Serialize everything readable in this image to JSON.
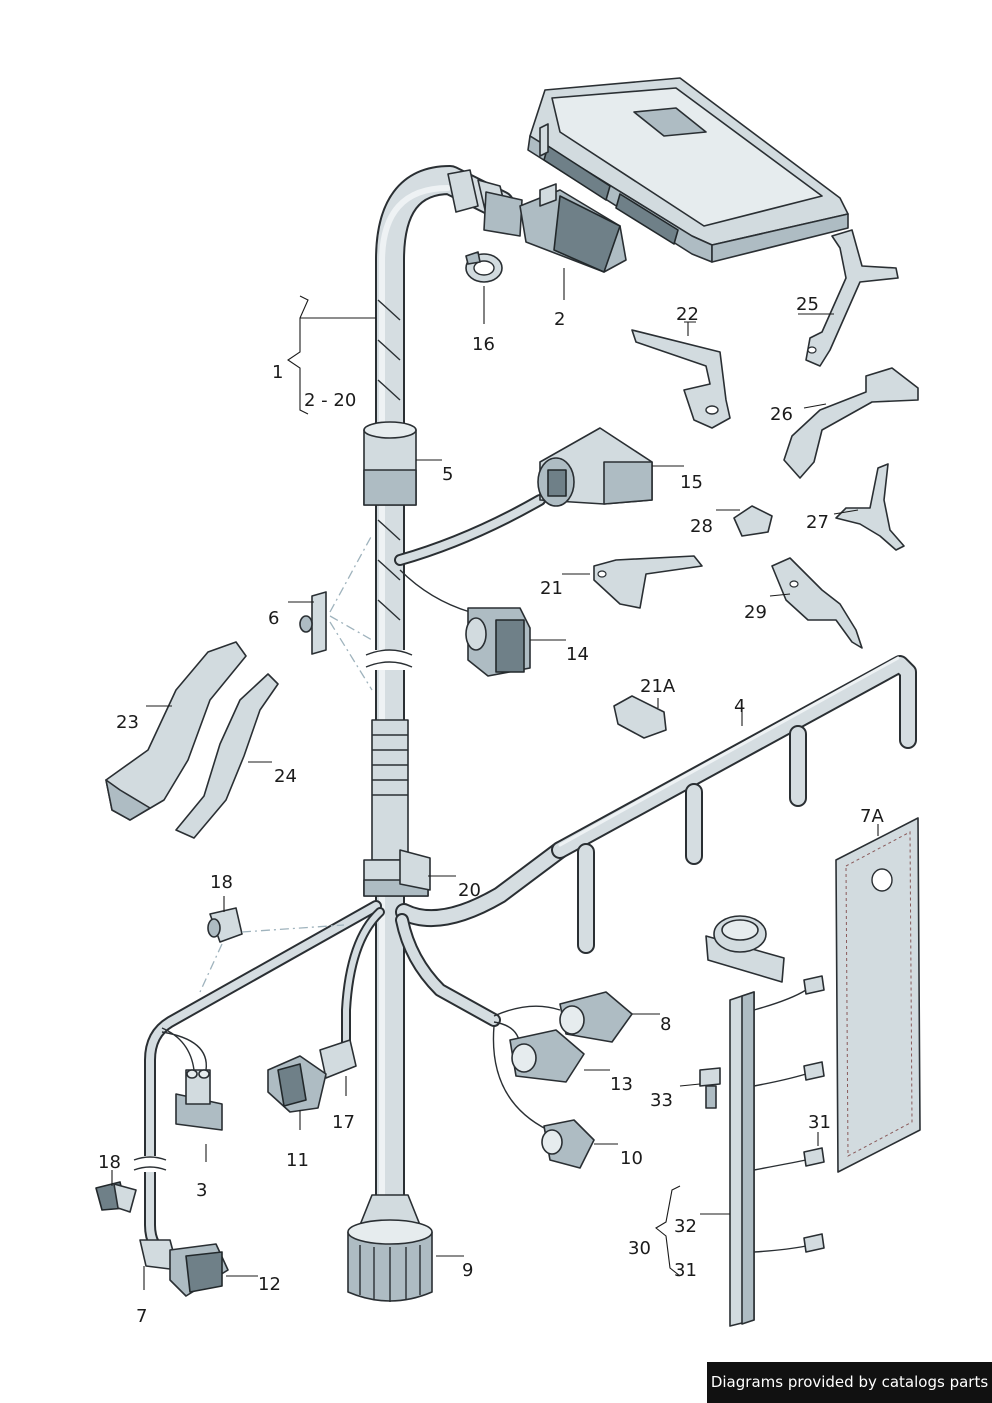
{
  "labels": {
    "p1": "1",
    "p2": "2",
    "p2_20": "2 - 20",
    "p3": "3",
    "p4": "4",
    "p5": "5",
    "p6": "6",
    "p7": "7",
    "p7a": "7A",
    "p8": "8",
    "p9": "9",
    "p10": "10",
    "p11": "11",
    "p12": "12",
    "p13": "13",
    "p14": "14",
    "p15": "15",
    "p16": "16",
    "p17": "17",
    "p18a": "18",
    "p18b": "18",
    "p20": "20",
    "p21": "21",
    "p21a": "21A",
    "p22": "22",
    "p23": "23",
    "p24": "24",
    "p25": "25",
    "p26": "26",
    "p27": "27",
    "p28": "28",
    "p29": "29",
    "p30": "30",
    "p31a": "31",
    "p31b": "31",
    "p32": "32",
    "p33": "33"
  },
  "credit": "Diagrams provided by catalogs parts",
  "colors": {
    "line": "#2a2f33",
    "part_fill": "#d2dbdf",
    "part_shadow": "#aebcc3",
    "dash": "#9fb3bd",
    "credit_bg": "#111111"
  }
}
